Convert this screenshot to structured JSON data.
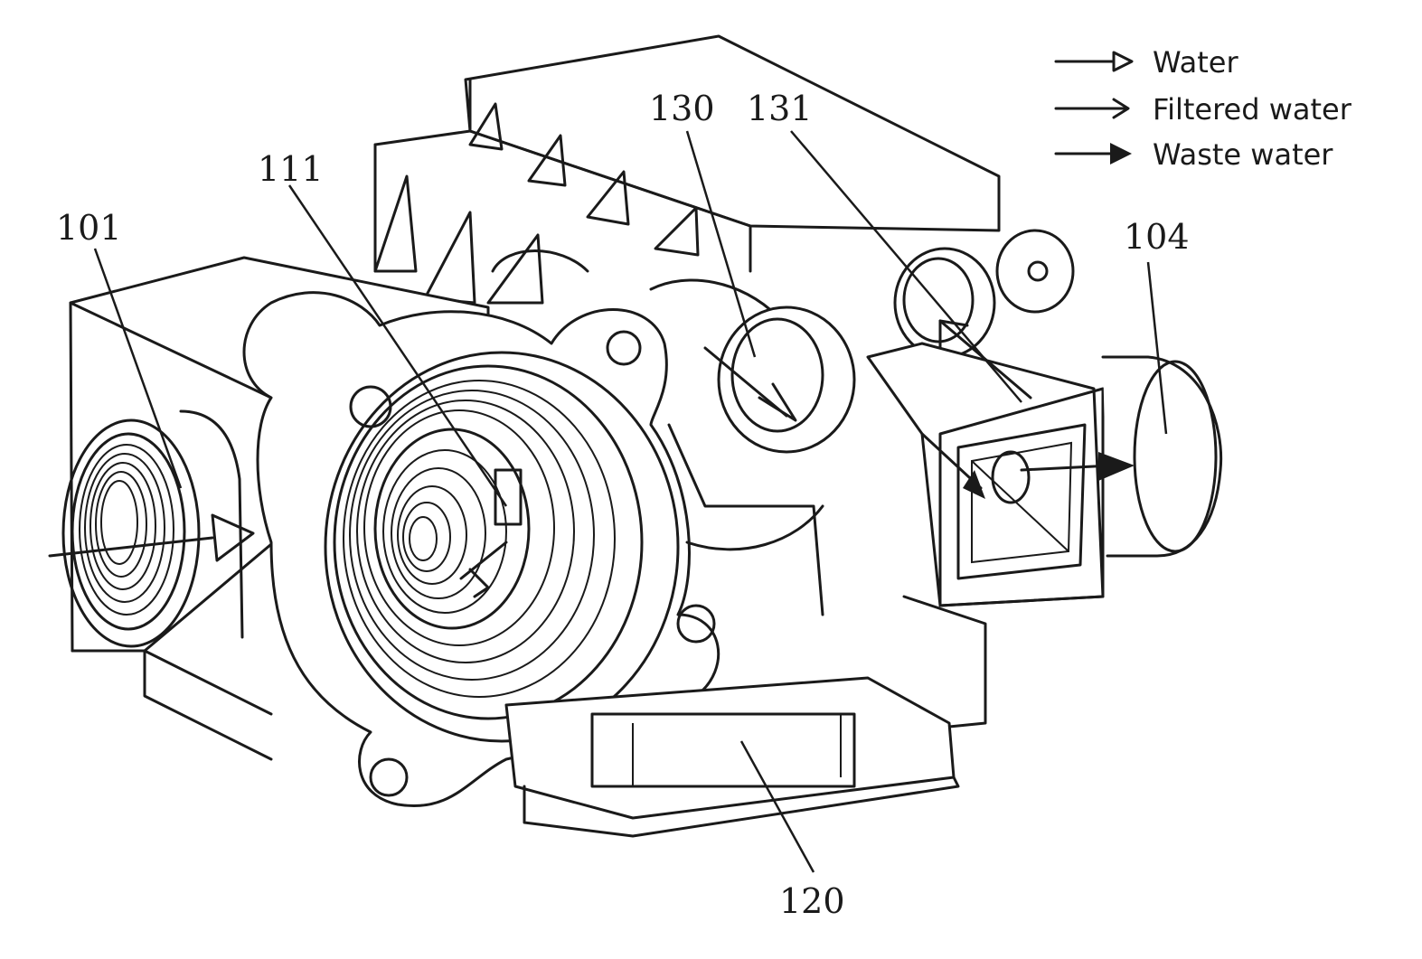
{
  "legend": {
    "items": [
      {
        "label": "Water",
        "arrow": "open-arrow-icon"
      },
      {
        "label": "Filtered water",
        "arrow": "line-arrow-icon"
      },
      {
        "label": "Waste water",
        "arrow": "filled-arrow-icon"
      }
    ]
  },
  "references": {
    "r101": "101",
    "r111": "111",
    "r130": "130",
    "r131": "131",
    "r104": "104",
    "r120": "120"
  },
  "colors": {
    "ink": "#1a1a1a",
    "background": "#ffffff"
  }
}
